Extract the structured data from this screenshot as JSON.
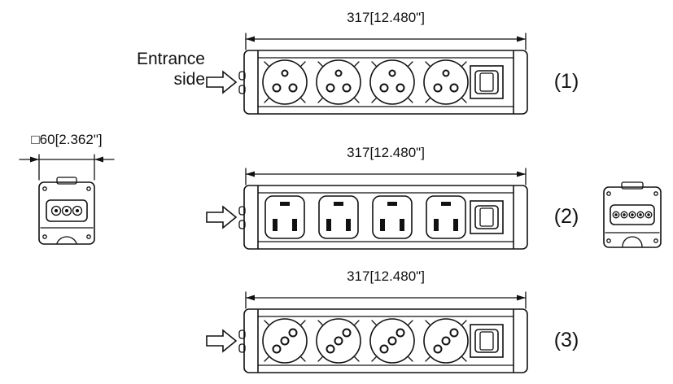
{
  "page": {
    "background": "#ffffff",
    "line_color": "#111111"
  },
  "entrance": {
    "line1": "Entrance",
    "line2": "side"
  },
  "dims": {
    "length": "317[12.480\"]",
    "side": "□60[2.362\"]"
  },
  "views": [
    {
      "label": "(1)",
      "socket_type": "french-socket-round"
    },
    {
      "label": "(2)",
      "socket_type": "rectangular-slot-socket"
    },
    {
      "label": "(3)",
      "socket_type": "diagonal-pin-socket"
    }
  ]
}
